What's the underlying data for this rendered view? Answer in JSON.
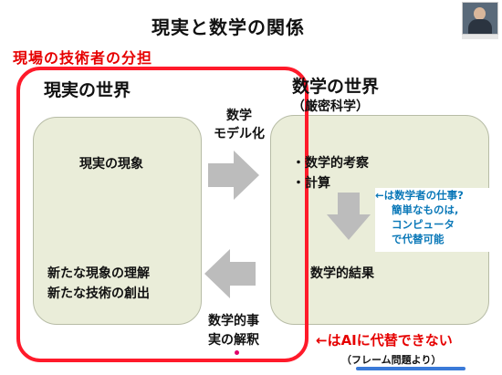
{
  "slide": {
    "title": "現実と数学の関係",
    "engineer_label": "現場の技術者の分担",
    "real_world": {
      "heading": "現実の世界",
      "phenomenon": "現実の現象",
      "new_lines": [
        "新たな現象の理解",
        "新たな技術の創出"
      ]
    },
    "math_world": {
      "heading": "数学の世界",
      "subheading": "（厳密科学）",
      "items": [
        "・数学的考察",
        "・計算"
      ],
      "result": "数学的結果"
    },
    "modeling": [
      "数学",
      "モデル化"
    ],
    "interpretation": [
      "数学的事",
      "実の解釈"
    ],
    "callout": [
      "←は数学者の仕事?",
      "簡単なものは,",
      "コンピュータ",
      "で代替可能"
    ],
    "ai_note": "←はAIに代替できない",
    "frame_note": "（フレーム問題より）"
  },
  "colors": {
    "red": "#ff1a2a",
    "box_fill": "#eaedd9",
    "arrow": "#bcbcbc",
    "callout_text": "#0a78b8"
  },
  "icons": [
    "arrow-right-icon",
    "arrow-left-icon",
    "arrow-down-icon",
    "webcam-thumbnail"
  ]
}
